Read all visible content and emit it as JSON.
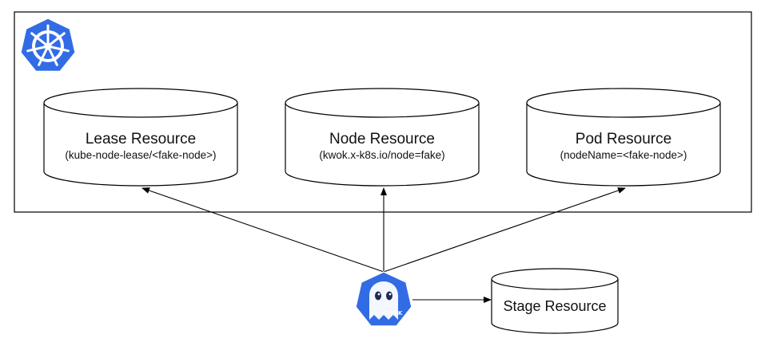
{
  "cluster": {
    "logo_icon": "kubernetes-helm-wheel-icon",
    "logo_color": "#326CE5"
  },
  "resources": [
    {
      "title": "Lease Resource",
      "subtitle": "(kube-node-lease/<fake-node>)"
    },
    {
      "title": "Node Resource",
      "subtitle": "(kwok.x-k8s.io/node=fake)"
    },
    {
      "title": "Pod Resource",
      "subtitle": "(nodeName=<fake-node>)"
    }
  ],
  "kwok": {
    "icon": "kwok-ghost-icon",
    "label": "KWOK",
    "color": "#326CE5"
  },
  "stage": {
    "title": "Stage Resource"
  }
}
